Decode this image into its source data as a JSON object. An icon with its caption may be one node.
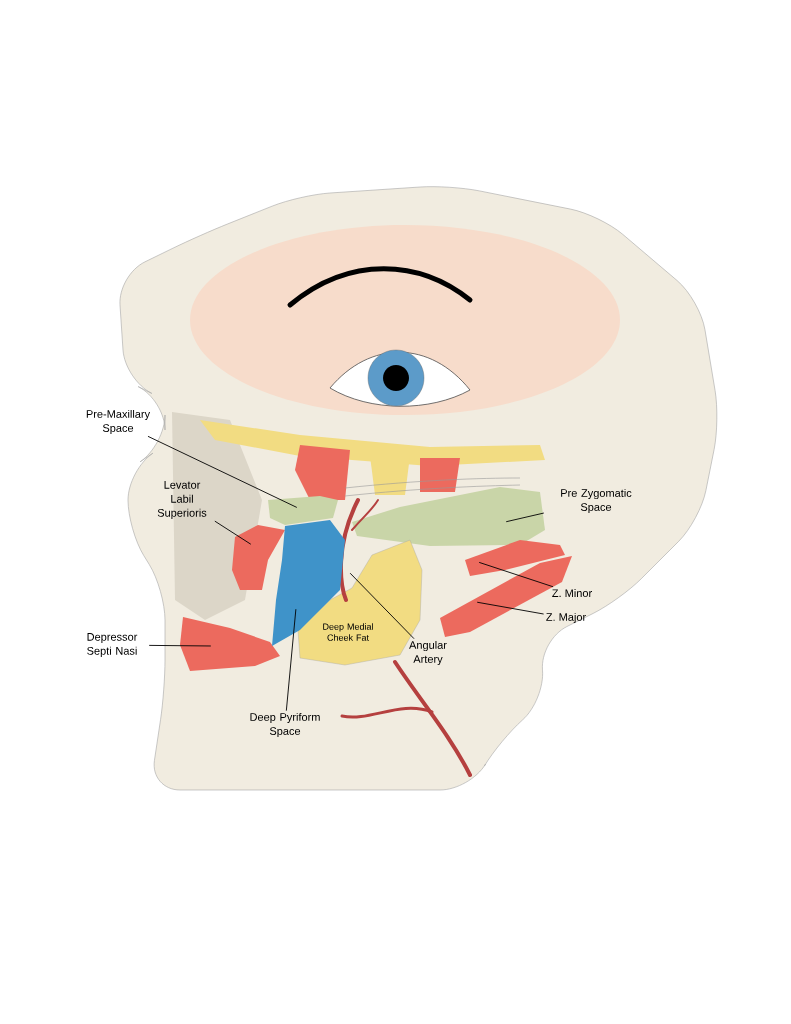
{
  "diagram": {
    "nodes": [
      {
        "text": [
          "Pre-Maxillary Space"
        ]
      },
      {
        "text": [],
        "shape": "picture"
      },
      {
        "text": [
          "Levator Labil Superioris"
        ]
      },
      {
        "text": [],
        "shape": "picture"
      },
      {
        "text": [
          "Pre Zygomatic Space"
        ]
      },
      {
        "text": [],
        "shape": "picture"
      },
      {
        "text": [
          "Z. Minor"
        ]
      },
      {
        "text": [],
        "shape": "picture"
      },
      {
        "text": [
          "Z. Major"
        ]
      },
      {
        "text": [],
        "shape": "picture"
      },
      {
        "text": [
          "Depressor Septi Nasi"
        ]
      },
      {
        "text": [],
        "shape": "picture"
      },
      {
        "text": [
          "Deep Medial Cheek Fat"
        ]
      },
      {
        "text": [
          "Angular Artery"
        ]
      },
      {
        "text": [],
        "shape": "picture"
      },
      {
        "text": [
          "Deep Pyriform Space"
        ]
      },
      {
        "text": [],
        "shape": "picture"
      }
    ],
    "edges": [
      {
        "from": 0,
        "to": 1,
        "arrow": "none"
      },
      {
        "from": 2,
        "to": 3,
        "arrow": "none"
      },
      {
        "from": 4,
        "to": 5,
        "arrow": "none"
      },
      {
        "from": 6,
        "to": 7,
        "arrow": "none"
      },
      {
        "from": 8,
        "to": 9,
        "arrow": "none"
      },
      {
        "from": 10,
        "to": 11,
        "arrow": "none"
      },
      {
        "from": 13,
        "to": 14,
        "arrow": "none"
      },
      {
        "from": 15,
        "to": 16,
        "arrow": "none"
      }
    ]
  }
}
